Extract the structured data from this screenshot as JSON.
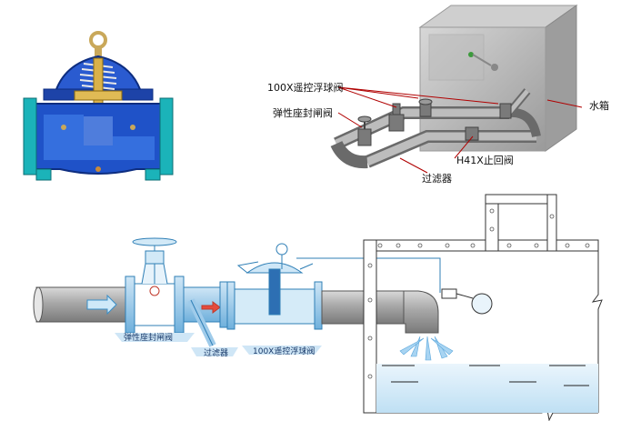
{
  "top_right": {
    "label_float_valve": "100X遥控浮球阀",
    "label_gate_valve": "弹性座封闸阀",
    "label_tank": "水箱",
    "label_check_valve": "H41X止回阀",
    "label_filter": "过滤器"
  },
  "bottom": {
    "label_gate_valve": "弹性座封闸阀",
    "label_filter": "过滤器",
    "label_float_valve": "100X遥控浮球阀"
  }
}
